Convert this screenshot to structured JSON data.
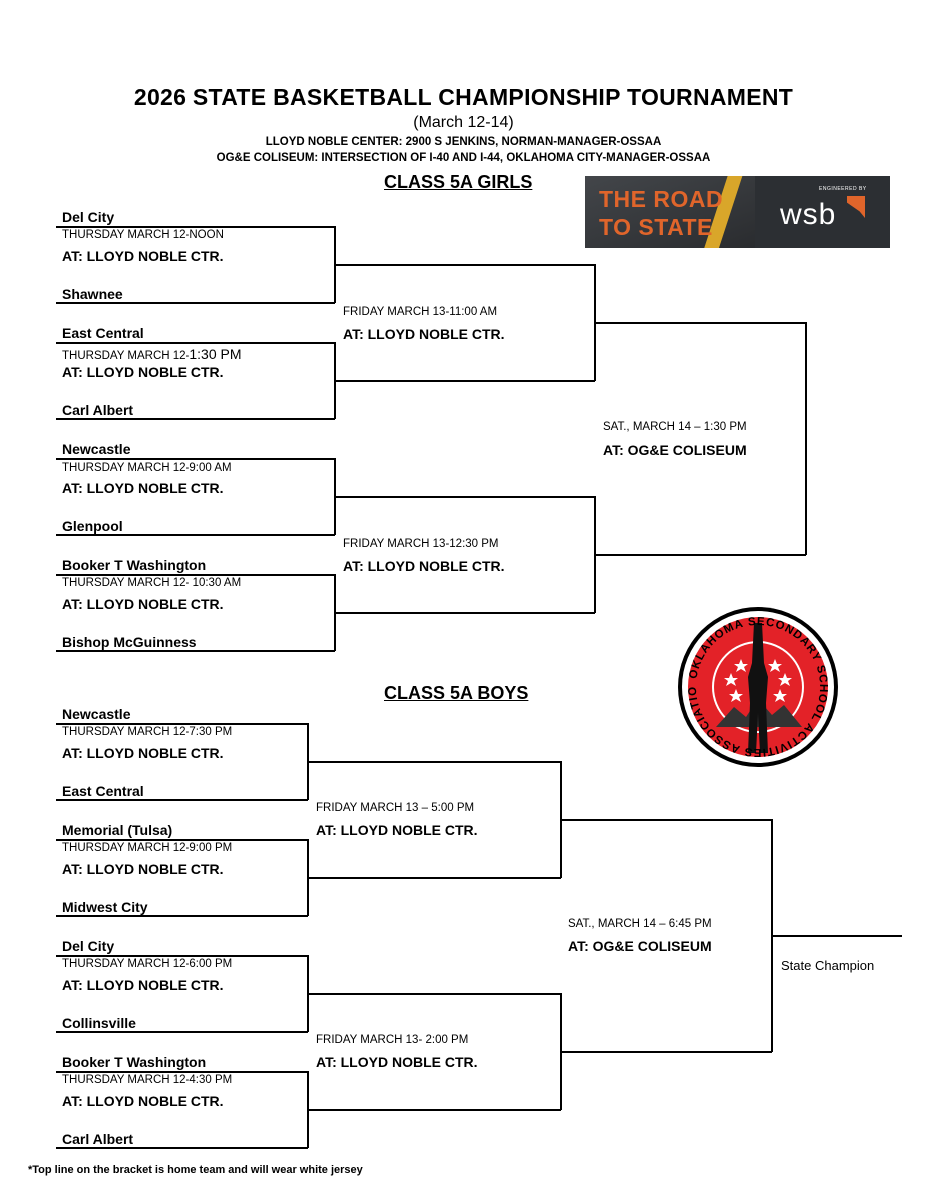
{
  "header": {
    "title": "2026 STATE  BASKETBALL  CHAMPIONSHIP  TOURNAMENT",
    "dates": "(March 12-14)",
    "venue_1": "LLOYD NOBLE CENTER: 2900 S JENKINS, NORMAN-MANAGER-OSSAA",
    "venue_2": "OG&E COLISEUM:  INTERSECTION OF I-40 AND I-44, OKLAHOMA CITY-MANAGER-OSSAA"
  },
  "banner": {
    "line_1": "THE ROAD",
    "line_2": "TO STATE",
    "engineered_by": "ENGINEERED BY",
    "brand": "wsb"
  },
  "seal": {
    "text": "OKLAHOMA SECONDARY SCHOOL ACTIVITIES ASSOCIATION",
    "colors": {
      "ring": "#e32228",
      "stars": "#ffffff",
      "border": "#000000"
    }
  },
  "girls": {
    "class_title": "CLASS 5A GIRLS",
    "quarterfinals": [
      {
        "home": "Del City",
        "away": "Shawnee",
        "time": "THURSDAY MARCH 12-NOON",
        "site": "AT:  LLOYD NOBLE CTR."
      },
      {
        "home": "East Central",
        "away": "Carl Albert",
        "time": "THURSDAY MARCH 12-",
        "time_extra": "1:30 PM",
        "site": "AT:  LLOYD NOBLE CTR."
      },
      {
        "home": "Newcastle",
        "away": "Glenpool",
        "time": "THURSDAY MARCH 12-9",
        "time_extra": ":00 AM",
        "site": "AT:  LLOYD NOBLE CTR."
      },
      {
        "home": "Booker T Washington",
        "away": "Bishop McGuinness",
        "time": "THURSDAY MARCH 12- 10:30 AM",
        "site": "AT:  LLOYD NOBLE CTR."
      }
    ],
    "semifinals": [
      {
        "time": "FRIDAY MARCH 13-11:00 AM",
        "site": "AT: LLOYD NOBLE CTR."
      },
      {
        "time": "FRIDAY MARCH 13-12:30 PM",
        "site": "AT: LLOYD NOBLE CTR."
      }
    ],
    "final": {
      "time": "SAT., MARCH 14 – 1:30 PM",
      "site": "AT: OG&E COLISEUM"
    }
  },
  "boys": {
    "class_title": "CLASS 5A BOYS",
    "quarterfinals": [
      {
        "home": "Newcastle",
        "away": "East Central",
        "time": "THURSDAY MARCH 12-7:30 PM",
        "site": "AT:  LLOYD NOBLE CTR."
      },
      {
        "home": "Memorial (Tulsa)",
        "away": "Midwest City",
        "time": "THURSDAY MARCH 12-9:00 PM",
        "site": "AT:  LLOYD NOBLE CTR."
      },
      {
        "home": "Del City",
        "away": "Collinsville",
        "time": "THURSDAY MARCH 12-6:00 PM",
        "site": "AT:  LLOYD NOBLE CTR."
      },
      {
        "home": "Booker T Washington",
        "away": "Carl Albert",
        "time": "THURSDAY MARCH 12-4:30 PM",
        "site": "AT:  LLOYD NOBLE CTR."
      }
    ],
    "semifinals": [
      {
        "time": "FRIDAY MARCH 13 – 5:00 PM",
        "site": "AT: LLOYD NOBLE CTR."
      },
      {
        "time": "FRIDAY MARCH 13- 2:00 PM",
        "site": "AT: LLOYD NOBLE CTR."
      }
    ],
    "final": {
      "time": "SAT.,  MARCH 14 – 6:45 PM",
      "site": "AT: OG&E COLISEUM"
    },
    "champion_label": "State Champion"
  },
  "footnote": "*Top line on the bracket is home team and will wear white jersey"
}
